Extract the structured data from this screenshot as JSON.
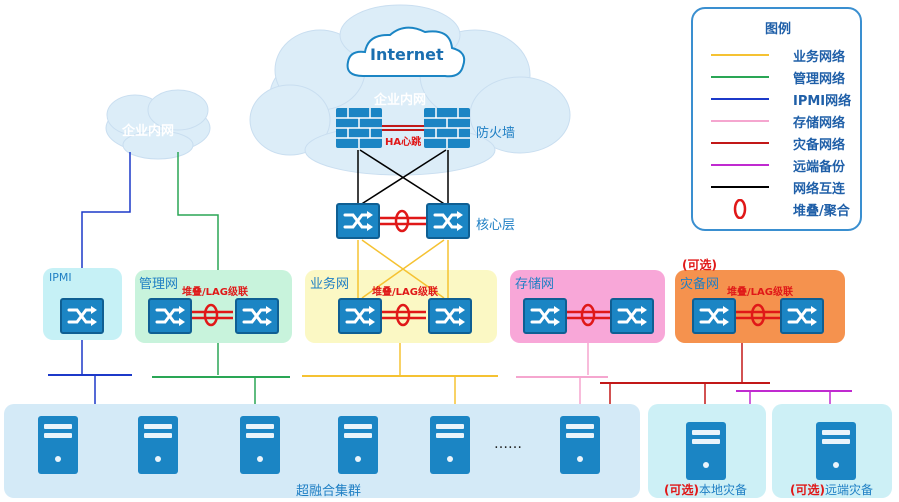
{
  "clouds": {
    "internet": "Internet",
    "intranet_top": "企业内网",
    "intranet_left": "企业内网"
  },
  "firewall": {
    "label": "防火墙",
    "ha": "HA心跳"
  },
  "core": {
    "label": "核心层"
  },
  "zones": {
    "ipmi": "IPMI",
    "mgmt": "管理网",
    "business": "业务网",
    "storage": "存储网",
    "dr": "灾备网",
    "dr_optional": "(可选)",
    "stack_lag": "堆叠/LAG级联"
  },
  "bottom": {
    "cluster": "超融合集群",
    "ellipsis": "……",
    "local_dr_prefix": "(可选)",
    "local_dr": "本地灾备",
    "remote_dr_prefix": "(可选)",
    "remote_dr": "远端灾备"
  },
  "legend": {
    "title": "图例",
    "items": [
      {
        "label": "业务网络",
        "color": "#f5c232"
      },
      {
        "label": "管理网络",
        "color": "#2aa655"
      },
      {
        "label": "IPMI网络",
        "color": "#1c39c9"
      },
      {
        "label": "存储网络",
        "color": "#f5a6cf"
      },
      {
        "label": "灾备网络",
        "color": "#c21818"
      },
      {
        "label": "远端备份",
        "color": "#c02ad0"
      },
      {
        "label": "网络互连",
        "color": "#000000"
      },
      {
        "label": "堆叠/聚合",
        "color": "#e01818"
      }
    ]
  },
  "colors": {
    "business": "#f5c232",
    "mgmt": "#2aa655",
    "ipmi": "#1c39c9",
    "storage": "#f5a6cf",
    "dr": "#c21818",
    "remote": "#c02ad0",
    "interconnect": "#000000",
    "switch": "#1b85c4",
    "label_blue": "#1f7fc4",
    "red": "#e01818"
  }
}
